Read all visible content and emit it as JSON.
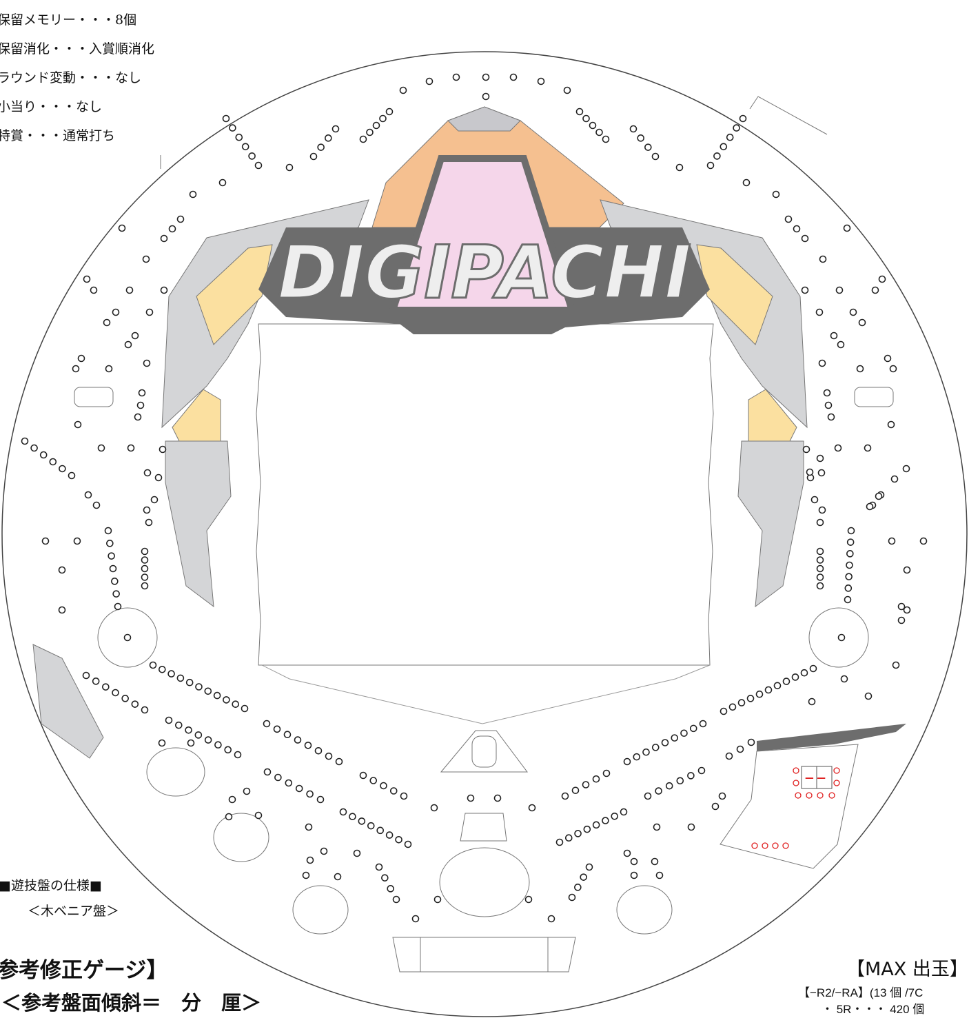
{
  "spec_lines": [
    "保留メモリー・・・8個",
    "保留消化・・・入賞順消化",
    "ラウンド変動・・・なし",
    "小当り・・・なし",
    "特賞・・・通常打ち"
  ],
  "logo": {
    "text": "DIGIPACHI",
    "letter": "A"
  },
  "board_spec": {
    "title": "■遊技盤の仕様■",
    "material": "＜木ベニア盤＞"
  },
  "gauge": {
    "title": "参考修正ゲージ】",
    "tilt": "＜参考盤面傾斜＝　分　厘＞"
  },
  "max_payout": {
    "title": "【MAX 出玉】",
    "line1": "【−R2/−RA】(13 個 /7C",
    "line2": "・ 5R・・・ 420 個"
  },
  "display": {
    "digits": "−−"
  },
  "colors": {
    "wing_gray": "#d4d5d7",
    "frame_dark": "#6d6d6d",
    "logo_fill": "#eeeeee",
    "logo_pink": "#f5d6ea",
    "orange": "#f5c090",
    "yellow": "#fbe0a0",
    "outline": "#555555",
    "accent_red": "#e02020"
  }
}
